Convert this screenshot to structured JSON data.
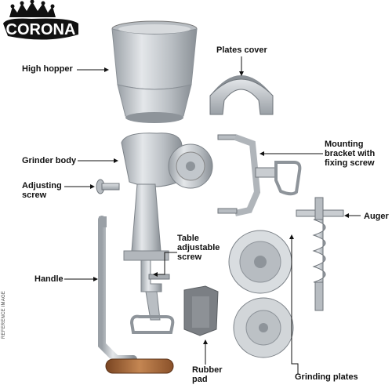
{
  "brand": {
    "name": "CORONA"
  },
  "labels": {
    "high_hopper": "High hopper",
    "plates_cover": "Plates cover",
    "grinder_body": "Grinder body",
    "adjusting_screw": "Adjusting screw",
    "mounting_bracket": "Mounting bracket with fixing screw",
    "auger": "Auger",
    "table_screw": "Table adjustable screw",
    "handle": "Handle",
    "rubber_pad": "Rubber pad",
    "grinding_plates": "Grinding plates"
  },
  "side_note": "REFERENCE IMAGE",
  "colors": {
    "metal": "#c9cdd1",
    "metal_dark": "#8e949a",
    "rubber": "#7b7f84",
    "wood": "#a0653a",
    "text": "#111111"
  }
}
